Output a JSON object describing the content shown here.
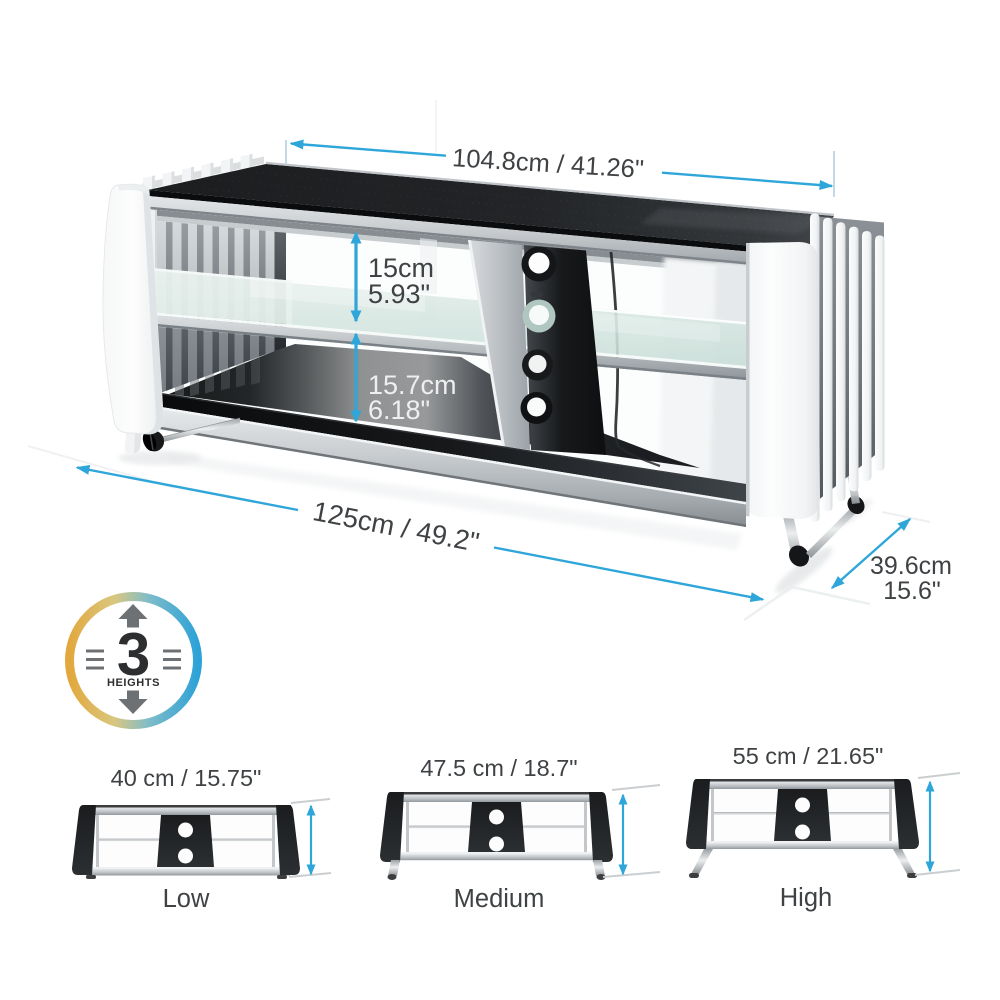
{
  "colors": {
    "accent": "#2FA6D9",
    "text_dark": "#3F4244",
    "text_light": "#EEEFF0",
    "badge_yellow": "#E2A83E",
    "badge_blue": "#2EA2D7"
  },
  "dimensions": {
    "top_width": "104.8cm / 41.26\"",
    "upper_gap_cm": "15cm",
    "upper_gap_in": "5.93\"",
    "lower_gap_cm": "15.7cm",
    "lower_gap_in": "6.18\"",
    "total_width": "125cm / 49.2\"",
    "depth_cm": "39.6cm",
    "depth_in": "15.6\""
  },
  "badge": {
    "number": "3",
    "label": "HEIGHTS"
  },
  "variants": [
    {
      "height": "40 cm / 15.75\"",
      "label": "Low"
    },
    {
      "height": "47.5 cm / 18.7\"",
      "label": "Medium"
    },
    {
      "height": "55 cm / 21.65\"",
      "label": "High"
    }
  ]
}
